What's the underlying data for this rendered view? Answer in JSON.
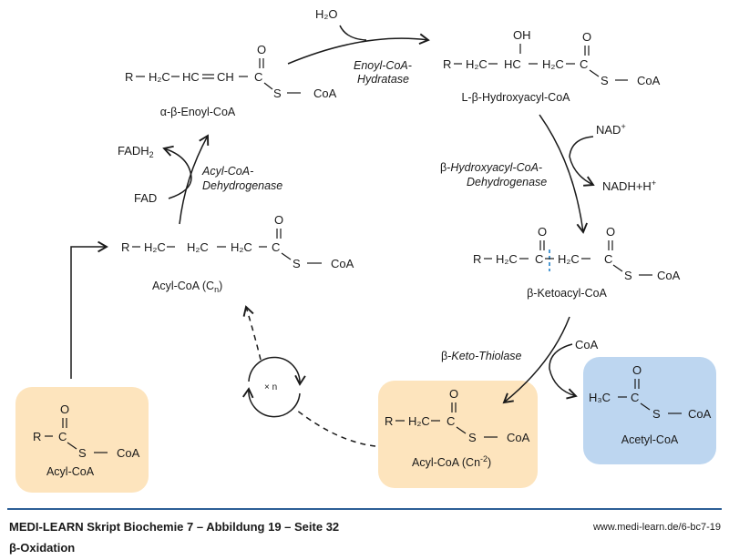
{
  "colors": {
    "orange_box": "#fde4bd",
    "blue_box": "#bdd6f0",
    "cleavage_mark": "#3a8fd0",
    "footer_rule": "#2d5f96"
  },
  "molecules": {
    "enoyl": {
      "chain": [
        "R",
        "H₂C",
        "HC",
        "=",
        "CH",
        "C"
      ],
      "o": "O",
      "s": "S",
      "coa": "CoA",
      "name": "α-β-Enoyl-CoA"
    },
    "hydroxy": {
      "oh": "OH",
      "o": "O",
      "s": "S",
      "coa": "CoA",
      "name": "L-β-Hydroxyacyl-CoA"
    },
    "keto": {
      "o1": "O",
      "o2": "O",
      "s": "S",
      "coa": "CoA",
      "name": "β-Ketoacyl-CoA"
    },
    "acyl_cn": {
      "o": "O",
      "s": "S",
      "coa": "CoA",
      "name": "Acyl-CoA (C",
      "name_sub": "n",
      "name_end": ")"
    },
    "acyl_cn2": {
      "o": "O",
      "s": "S",
      "coa": "CoA",
      "name": "Acyl-CoA (Cn",
      "name_sup": "-2",
      "name_end": ")"
    },
    "acetyl": {
      "o": "O",
      "s": "S",
      "coa": "CoA",
      "name": "Acetyl-CoA"
    },
    "acyl_start": {
      "r": "R",
      "c": "C",
      "o": "O",
      "s": "S",
      "coa": "CoA",
      "name": "Acyl-CoA"
    }
  },
  "atoms": {
    "R": "R",
    "H2C": "H₂C",
    "HC": "HC",
    "CH": "CH",
    "C": "C",
    "H3C": "H₃C"
  },
  "enzymes": {
    "hydratase_1": "Enoyl-CoA-",
    "hydratase_2": "Hydratase",
    "dehydrogenase_1": "Acyl-CoA-",
    "dehydrogenase_2": "Dehydrogenase",
    "hydroxy_dh_1_prefix": "β-",
    "hydroxy_dh_1": "Hydroxyacyl-CoA-",
    "hydroxy_dh_2": "Dehydrogenase",
    "thiolase_prefix": "β-",
    "thiolase": "Keto-Thiolase"
  },
  "cofactors": {
    "h2o": "H₂O",
    "fadh2": "FADH",
    "fadh2_sub": "2",
    "fad": "FAD",
    "nad": "NAD",
    "nad_sup": "+",
    "nadh": "NADH+H",
    "nadh_sup": "+",
    "coa": "CoA"
  },
  "cycle": {
    "label": "× n"
  },
  "footer": {
    "title": "MEDI-LEARN Skript Biochemie 7 – Abbildung 19 – Seite 32",
    "url": "www.medi-learn.de/6-bc7-19",
    "subtitle": "β-Oxidation"
  }
}
